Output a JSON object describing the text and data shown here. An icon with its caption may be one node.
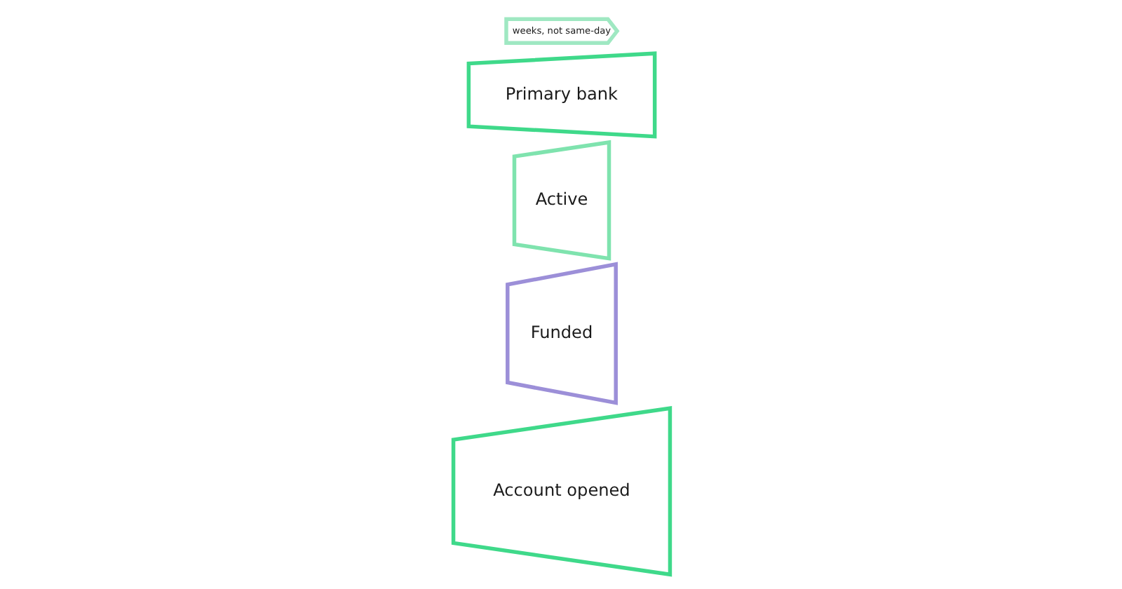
{
  "diagram": {
    "nodes": [
      {
        "text": [
          "Account opened"
        ]
      },
      {
        "text": [
          "Funded"
        ]
      },
      {
        "text": [
          "Active"
        ]
      },
      {
        "text": [
          "Primary bank"
        ]
      },
      {
        "text": [
          "weeks, not same-day"
        ]
      }
    ],
    "edges": []
  }
}
